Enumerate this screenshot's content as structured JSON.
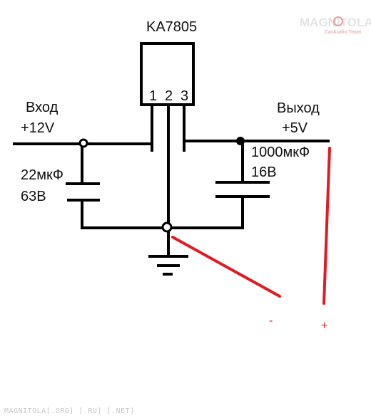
{
  "regulator": {
    "name": "KA7805",
    "pins": [
      "1",
      "2",
      "3"
    ]
  },
  "input": {
    "label": "Вход",
    "voltage": "+12V"
  },
  "output": {
    "label": "Выход",
    "voltage": "+5V"
  },
  "input_capacitor": {
    "capacitance": "22мкФ",
    "voltage_rating": "63В"
  },
  "output_capacitor": {
    "capacitance": "1000мкФ",
    "voltage_rating": "16В"
  },
  "probes": {
    "negative": "-",
    "positive": "+"
  },
  "watermark": {
    "logo": "MAGNITOLA",
    "logo_sub": "CarAudio Team",
    "footer": "MAGNITOLA[.ORG] [.RU] [.NET]"
  },
  "colors": {
    "wire": "#000000",
    "probe": "#e01b24",
    "background": "#ffffff"
  }
}
